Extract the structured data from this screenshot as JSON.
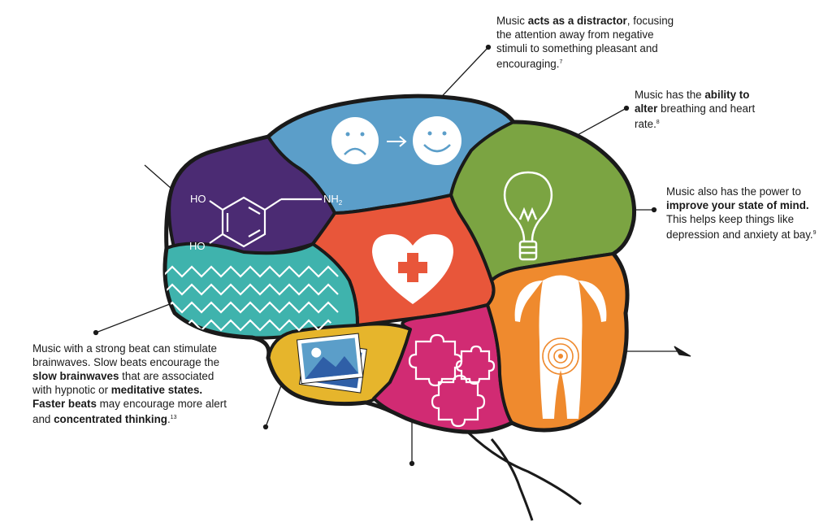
{
  "notes": {
    "distractor": {
      "t1": "Music ",
      "b1": "acts as a distractor",
      "t2": ", focusing the attention away from negative stimuli to something pleasant and encouraging.",
      "ref": "7"
    },
    "breathing": {
      "t1": "Music has the ",
      "b1": "ability to alter",
      "t2": " breathing and heart rate.",
      "ref": "8"
    },
    "mind": {
      "t1": "Music also has the power to ",
      "b1": "improve your state of mind.",
      "t2": " This helps keep things like depression and anxiety at bay.",
      "ref": "9"
    },
    "beat": {
      "t1": "Music with a strong beat can stimulate brainwaves. Slow beats encourage the ",
      "b1": "slow brainwaves",
      "t2": " that are associated with hypnotic or ",
      "b2": "meditative states. Faster beats",
      "t3": " may encourage more alert and ",
      "b3": "concentrated thinking",
      "t4": ".",
      "ref": "13"
    }
  },
  "molecule": {
    "ho_top": "HO",
    "ho_bottom": "HO",
    "nh2": "NH",
    "nh2_sub": "2"
  },
  "colors": {
    "blue": "#5b9ec9",
    "purple": "#4b2b73",
    "green": "#7ba442",
    "red": "#e8563a",
    "teal": "#3fb3ad",
    "yellow": "#e6b52c",
    "magenta": "#d12b73",
    "orange": "#ef8a2e",
    "outline": "#1a1a1a"
  },
  "icons": [
    "sad-face-icon",
    "arrow-right-icon",
    "happy-face-icon",
    "dopamine-molecule-icon",
    "heart-plus-icon",
    "lightbulb-icon",
    "wave-pattern-icon",
    "picture-icon",
    "puzzle-icon",
    "body-target-icon"
  ]
}
